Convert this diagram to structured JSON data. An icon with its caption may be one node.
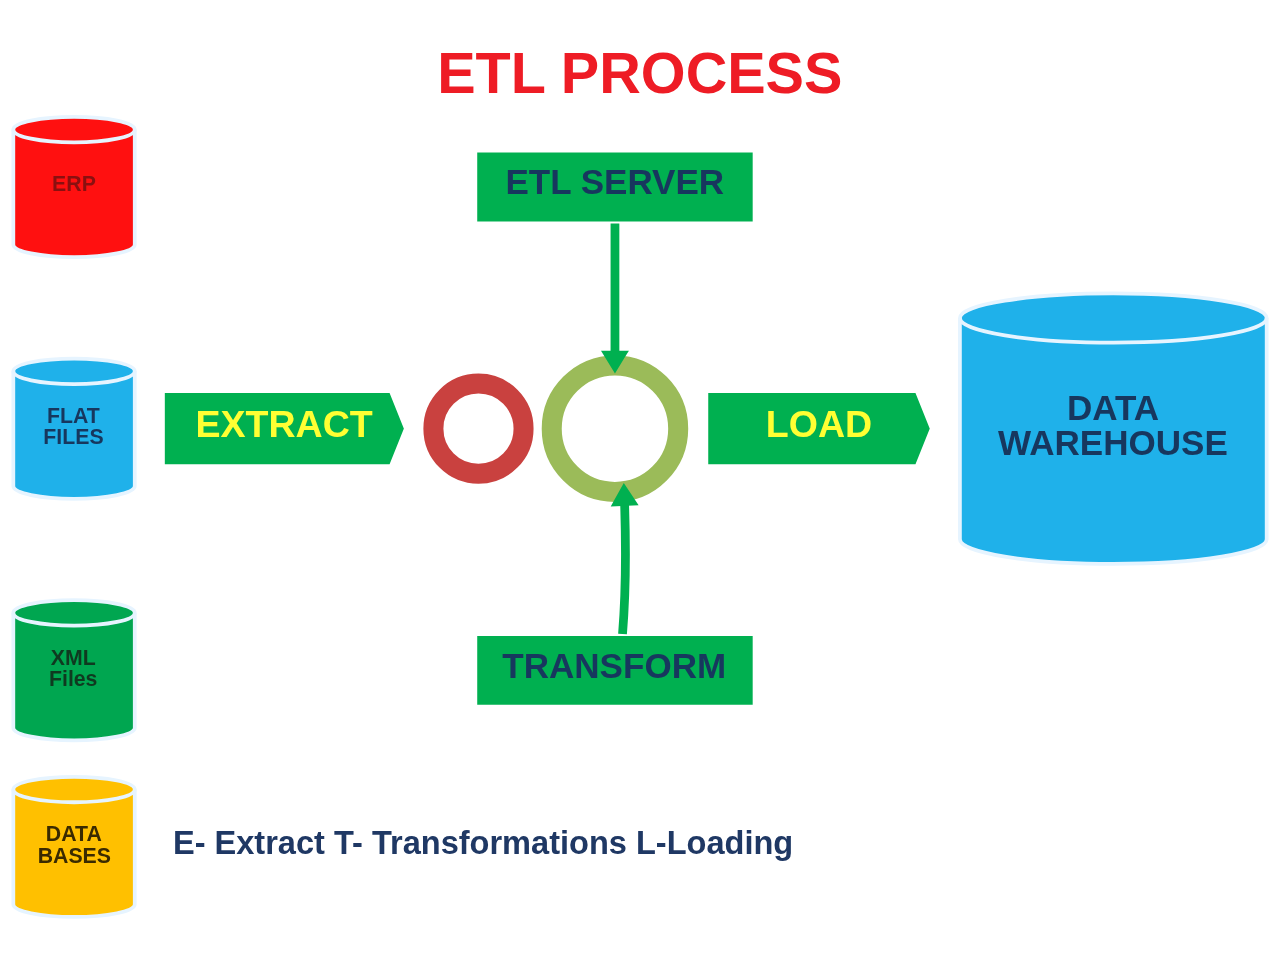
{
  "diagram": {
    "title": "ETL PROCESS",
    "nodes": [
      {
        "text": [
          "ERP"
        ]
      },
      {
        "text": [
          "FLAT FILES"
        ]
      },
      {
        "text": [
          "XML Files"
        ]
      },
      {
        "text": [
          "DATA BASES"
        ]
      },
      {
        "text": [
          "EXTRACT"
        ]
      },
      {
        "text": [],
        "shape": "gear"
      },
      {
        "text": [
          "ETL SERVER"
        ]
      },
      {
        "text": [],
        "shape": "gear"
      },
      {
        "text": [
          "TRANSFORM"
        ]
      },
      {
        "text": [
          "LOAD"
        ]
      },
      {
        "text": [
          "DATA WAREHOUSE"
        ]
      }
    ],
    "edges": [
      {
        "from": 6,
        "to": 7,
        "arrow": "to"
      },
      {
        "from": 8,
        "to": 7,
        "arrow": "to"
      }
    ],
    "labels": [
      "E- Extract T- Transformations L-Loading"
    ]
  }
}
